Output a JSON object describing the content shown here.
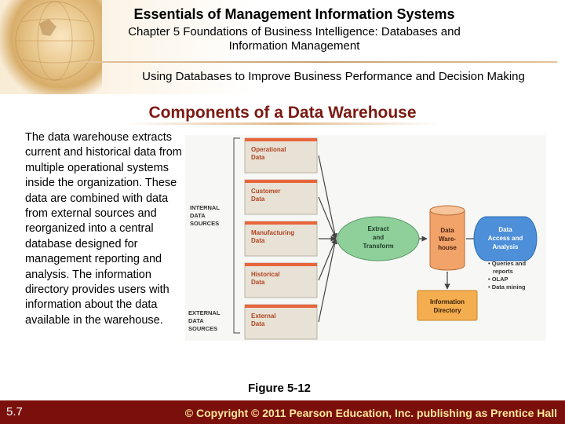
{
  "header": {
    "book_title": "Essentials of Management Information Systems",
    "chapter_line1": "Chapter 5 Foundations of Business Intelligence: Databases and",
    "chapter_line2": "Information Management",
    "section_title": "Using Databases to Improve Business Performance and Decision Making"
  },
  "slide": {
    "heading": "Components of a Data Warehouse",
    "body": "The data warehouse extracts current and historical data from multiple operational systems inside the organization. These data are combined with data from external sources and reorganized into a central database designed for management reporting and analysis. The information directory provides users with information about the data available in the warehouse.",
    "figure_caption": "Figure 5-12"
  },
  "diagram": {
    "internal_label": [
      "INTERNAL",
      "DATA",
      "SOURCES"
    ],
    "external_label": [
      "EXTERNAL",
      "DATA",
      "SOURCES"
    ],
    "sources": [
      [
        "Operational",
        "Data"
      ],
      [
        "Customer",
        "Data"
      ],
      [
        "Manufacturing",
        "Data"
      ],
      [
        "Historical",
        "Data"
      ],
      [
        "External",
        "Data"
      ]
    ],
    "extract": [
      "Extract",
      "and",
      "Transform"
    ],
    "warehouse": [
      "Data",
      "Ware-",
      "house"
    ],
    "access": [
      "Data",
      "Access and",
      "Analysis"
    ],
    "access_items": [
      "• Queries and",
      "reports",
      "• OLAP",
      "• Data mining"
    ],
    "directory": [
      "Information",
      "Directory"
    ],
    "colors": {
      "source_box": "#e8e2d6",
      "source_header": "#e8653c",
      "extract": "#8fcf9a",
      "warehouse": "#f2a36a",
      "access": "#4d8fd9",
      "directory": "#f4ad4f"
    }
  },
  "footer": {
    "slide_number": "5.7",
    "copyright": "© Copyright © 2011 Pearson Education, Inc. publishing as Prentice Hall"
  }
}
